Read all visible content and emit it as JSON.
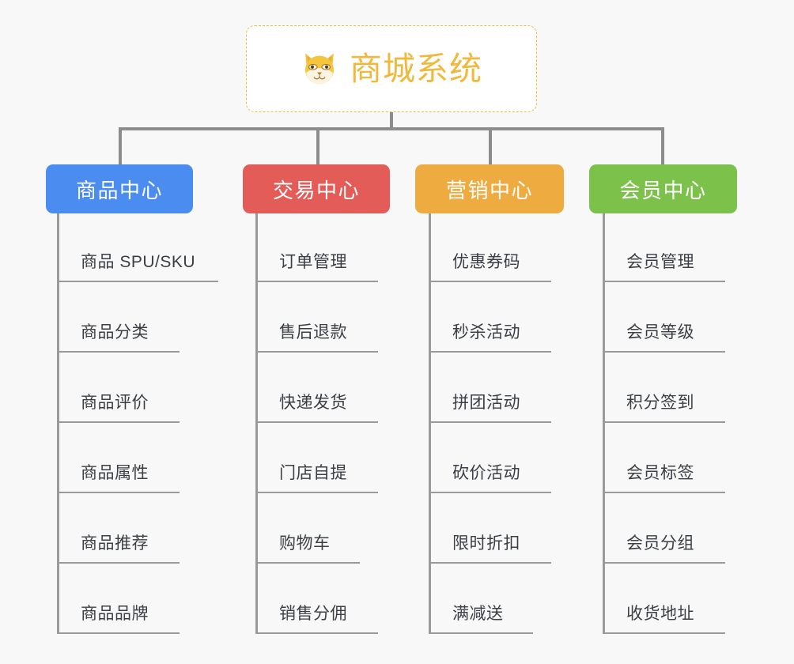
{
  "diagram": {
    "type": "org-chart",
    "background_color": "#f8f8f8",
    "connector_color": "#8c8c8c",
    "root": {
      "title": "商城系统",
      "icon": "shiba-inu-dog-face-emoji",
      "border_color": "#f0b83c",
      "text_color": "#f0b83c",
      "background_color": "#ffffff"
    },
    "columns": [
      {
        "header": "商品中心",
        "color": "#4a8cf0",
        "items": [
          "商品 SPU/SKU",
          "商品分类",
          "商品评价",
          "商品属性",
          "商品推荐",
          "商品品牌"
        ]
      },
      {
        "header": "交易中心",
        "color": "#e45c57",
        "items": [
          "订单管理",
          "售后退款",
          "快递发货",
          "门店自提",
          "购物车",
          "销售分佣"
        ]
      },
      {
        "header": "营销中心",
        "color": "#eeab3f",
        "items": [
          "优惠券码",
          "秒杀活动",
          "拼团活动",
          "砍价活动",
          "限时折扣",
          "满减送"
        ]
      },
      {
        "header": "会员中心",
        "color": "#7cc24a",
        "items": [
          "会员管理",
          "会员等级",
          "积分签到",
          "会员标签",
          "会员分组",
          "收货地址"
        ]
      }
    ]
  }
}
